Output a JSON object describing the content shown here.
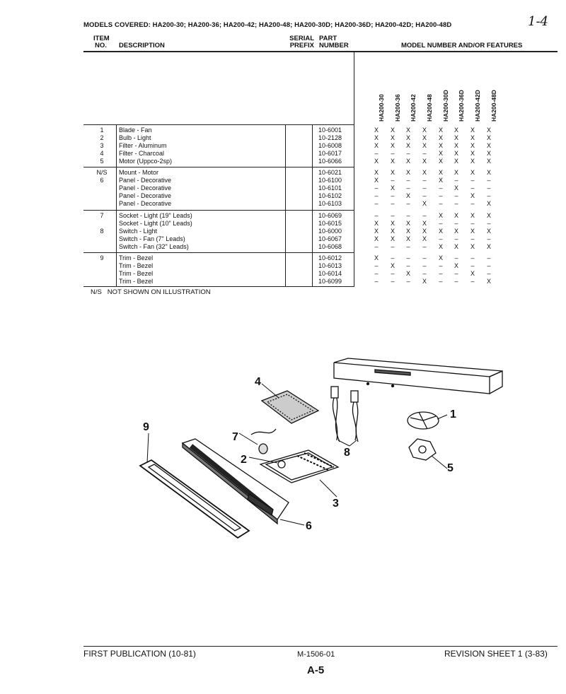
{
  "header": {
    "models_covered": "MODELS COVERED: HA200-30; HA200-36; HA200-42; HA200-48; HA200-30D; HA200-36D; HA200-42D; HA200-48D",
    "corner_mark": "1-4"
  },
  "table": {
    "col_item_line1": "ITEM",
    "col_item_line2": "NO.",
    "col_description": "DESCRIPTION",
    "col_serial_line1": "SERIAL",
    "col_serial_line2": "PREFIX",
    "col_part_line1": "PART",
    "col_part_line2": "NUMBER",
    "col_models": "MODEL NUMBER AND/OR FEATURES",
    "models": [
      "HA200-30",
      "HA200-36",
      "HA200-42",
      "HA200-48",
      "HA200-30D",
      "HA200-36D",
      "HA200-42D",
      "HA200-48D"
    ],
    "rows": [
      {
        "item": "1",
        "desc": "Blade - Fan",
        "part": "10-6001",
        "marks": [
          "X",
          "X",
          "X",
          "X",
          "X",
          "X",
          "X",
          "X"
        ]
      },
      {
        "item": "2",
        "desc": "Bulb - Light",
        "part": "10-2128",
        "marks": [
          "X",
          "X",
          "X",
          "X",
          "X",
          "X",
          "X",
          "X"
        ]
      },
      {
        "item": "3",
        "desc": "Filter - Aluminum",
        "part": "10-6008",
        "marks": [
          "X",
          "X",
          "X",
          "X",
          "X",
          "X",
          "X",
          "X"
        ]
      },
      {
        "item": "4",
        "desc": "Filter - Charcoal",
        "part": "10-6017",
        "marks": [
          "–",
          "–",
          "–",
          "–",
          "X",
          "X",
          "X",
          "X"
        ]
      },
      {
        "item": "5",
        "desc": "Motor (Uppco-2sp)",
        "part": "10-6066",
        "marks": [
          "X",
          "X",
          "X",
          "X",
          "X",
          "X",
          "X",
          "X"
        ]
      },
      {
        "item": "N/S",
        "desc": "Mount - Motor",
        "part": "10-6021",
        "marks": [
          "X",
          "X",
          "X",
          "X",
          "X",
          "X",
          "X",
          "X"
        ]
      },
      {
        "item": "6",
        "desc": "Panel - Decorative",
        "part": "10-6100",
        "marks": [
          "X",
          "–",
          "–",
          "–",
          "X",
          "–",
          "–",
          "–"
        ]
      },
      {
        "item": "",
        "desc": "Panel - Decorative",
        "part": "10-6101",
        "marks": [
          "–",
          "X",
          "–",
          "–",
          "–",
          "X",
          "–",
          "–"
        ]
      },
      {
        "item": "",
        "desc": "Panel - Decorative",
        "part": "10-6102",
        "marks": [
          "–",
          "–",
          "X",
          "–",
          "–",
          "–",
          "X",
          "–"
        ]
      },
      {
        "item": "",
        "desc": "Panel - Decorative",
        "part": "10-6103",
        "marks": [
          "–",
          "–",
          "–",
          "X",
          "–",
          "–",
          "–",
          "X"
        ]
      },
      {
        "item": "7",
        "desc": "Socket - Light (19\" Leads)",
        "part": "10-6069",
        "marks": [
          "–",
          "–",
          "–",
          "–",
          "X",
          "X",
          "X",
          "X"
        ]
      },
      {
        "item": "",
        "desc": "Socket - Light (10\" Leads)",
        "part": "10-6015",
        "marks": [
          "X",
          "X",
          "X",
          "X",
          "–",
          "–",
          "–",
          "–"
        ]
      },
      {
        "item": "8",
        "desc": "Switch - Light",
        "part": "10-6000",
        "marks": [
          "X",
          "X",
          "X",
          "X",
          "X",
          "X",
          "X",
          "X"
        ]
      },
      {
        "item": "",
        "desc": "Switch - Fan (7\" Leads)",
        "part": "10-6067",
        "marks": [
          "X",
          "X",
          "X",
          "X",
          "–",
          "–",
          "–",
          "–"
        ]
      },
      {
        "item": "",
        "desc": "Switch - Fan (32\" Leads)",
        "part": "10-6068",
        "marks": [
          "–",
          "–",
          "–",
          "–",
          "X",
          "X",
          "X",
          "X"
        ]
      },
      {
        "item": "9",
        "desc": "Trim - Bezel",
        "part": "10-6012",
        "marks": [
          "X",
          "–",
          "–",
          "–",
          "X",
          "–",
          "–",
          "–"
        ]
      },
      {
        "item": "",
        "desc": "Trim - Bezel",
        "part": "10-6013",
        "marks": [
          "–",
          "X",
          "–",
          "–",
          "–",
          "X",
          "–",
          "–"
        ]
      },
      {
        "item": "",
        "desc": "Trim - Bezel",
        "part": "10-6014",
        "marks": [
          "–",
          "–",
          "X",
          "–",
          "–",
          "–",
          "X",
          "–"
        ]
      },
      {
        "item": "",
        "desc": "Trim - Bezel",
        "part": "10-6099",
        "marks": [
          "–",
          "–",
          "–",
          "X",
          "–",
          "–",
          "–",
          "X"
        ]
      }
    ]
  },
  "note": "N/S   NOT SHOWN ON ILLUSTRATION",
  "diagram_callouts": [
    "1",
    "2",
    "3",
    "4",
    "5",
    "6",
    "7",
    "8",
    "9"
  ],
  "footer": {
    "first_publication": "FIRST PUBLICATION (10-81)",
    "doc_number": "M-1506-01",
    "revision": "REVISION SHEET 1 (3-83)",
    "page_number": "A-5"
  }
}
